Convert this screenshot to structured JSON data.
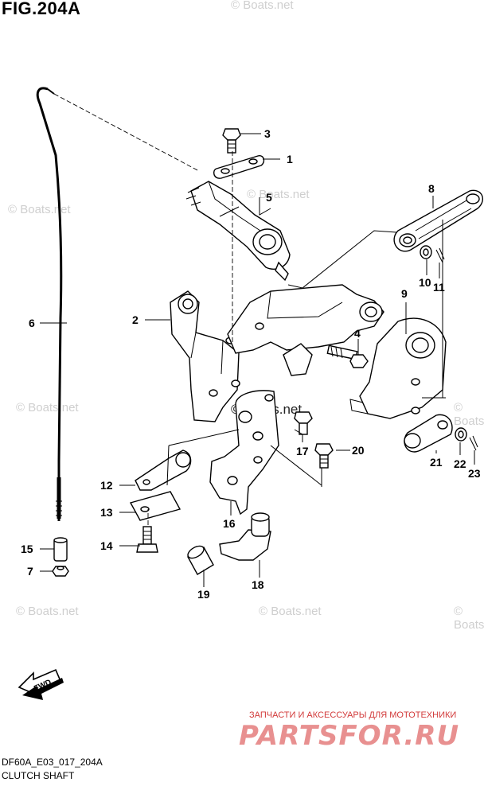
{
  "header": {
    "title": "FIG.204A"
  },
  "footer": {
    "code": "DF60A_E03_017_204A",
    "caption": "CLUTCH SHAFT"
  },
  "watermarks": [
    "© Boats.net",
    "© Boats.net",
    "© Boats.net",
    "© Boats.net",
    "© Boats.net",
    "© Boats.net",
    "© Boats.net",
    "© Boats.net",
    "© Boats.net"
  ],
  "badge": {
    "text": "FWD"
  },
  "shop": {
    "line": "ЗАПЧАСТИ И АКСЕССУАРЫ ДЛЯ МОТОТЕХНИКИ",
    "brand": "PARTSFOR.RU",
    "color": "#e89090"
  },
  "callouts": [
    "1",
    "2",
    "3",
    "4",
    "5",
    "6",
    "7",
    "8",
    "9",
    "10",
    "11",
    "12",
    "13",
    "14",
    "15",
    "16",
    "17",
    "18",
    "19",
    "20",
    "21",
    "22",
    "23"
  ]
}
